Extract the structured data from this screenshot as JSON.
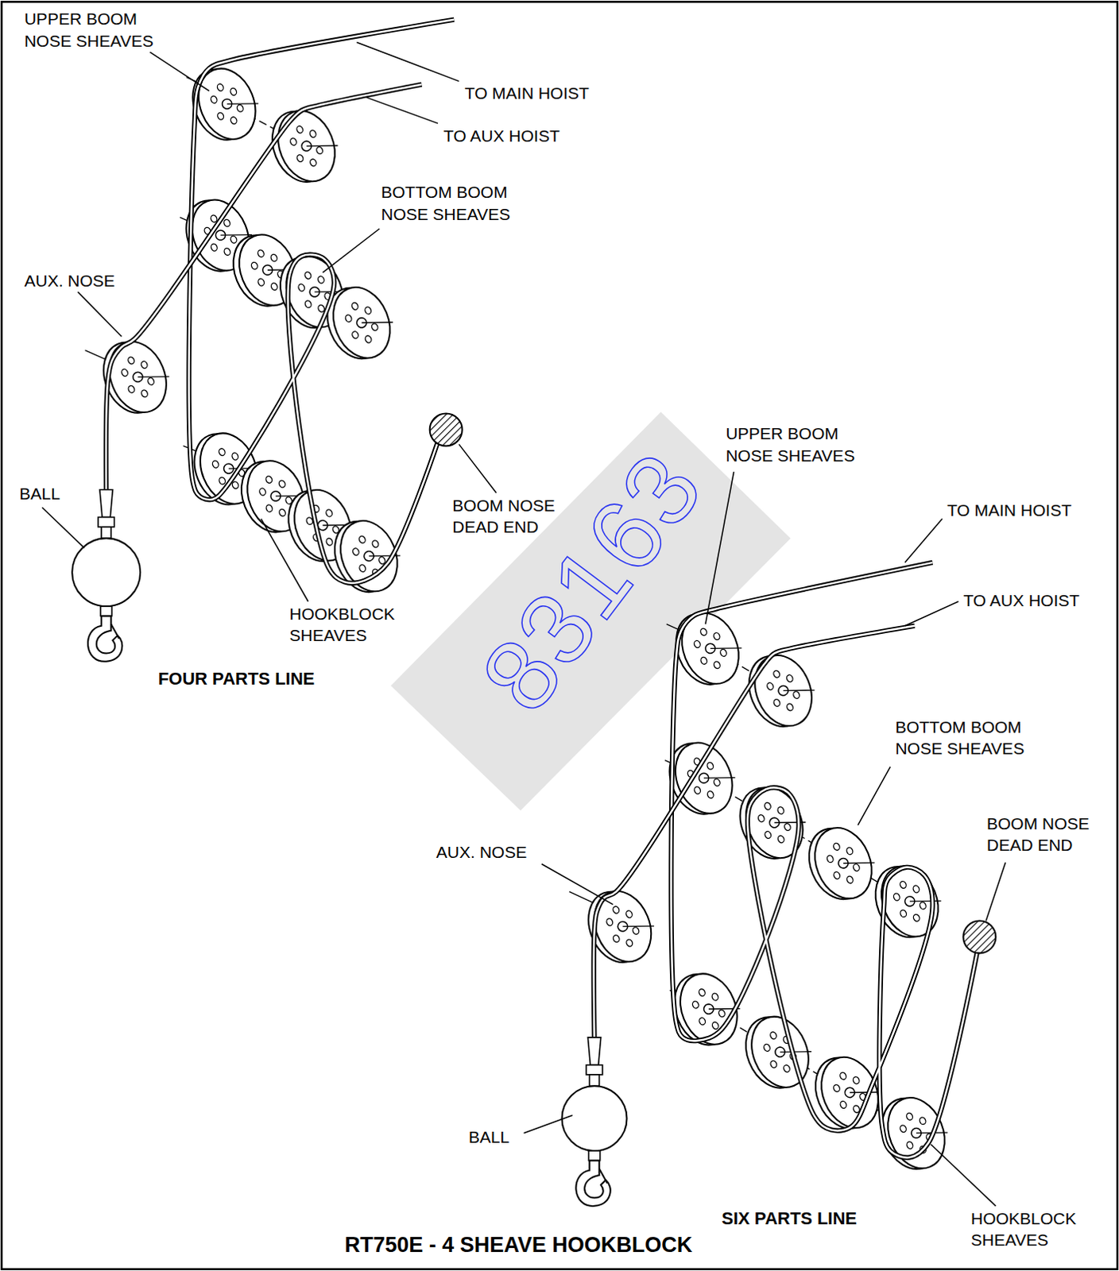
{
  "diagram": {
    "title": "RT750E - 4 SHEAVE HOOKBLOCK",
    "labels": [
      "UPPER BOOM NOSE SHEAVES",
      "TO MAIN HOIST",
      "TO AUX HOIST",
      "BOTTOM BOOM NOSE SHEAVES",
      "AUX. NOSE",
      "BALL",
      "BOOM NOSE DEAD END",
      "HOOKBLOCK SHEAVES",
      "FOUR PARTS LINE",
      "83163",
      "UPPER BOOM NOSE SHEAVES",
      "TO MAIN HOIST",
      "TO AUX HOIST",
      "BOTTOM BOOM NOSE SHEAVES",
      "BOOM NOSE DEAD END",
      "AUX. NOSE",
      "BALL",
      "SIX PARTS LINE",
      "HOOKBLOCK SHEAVES"
    ]
  }
}
